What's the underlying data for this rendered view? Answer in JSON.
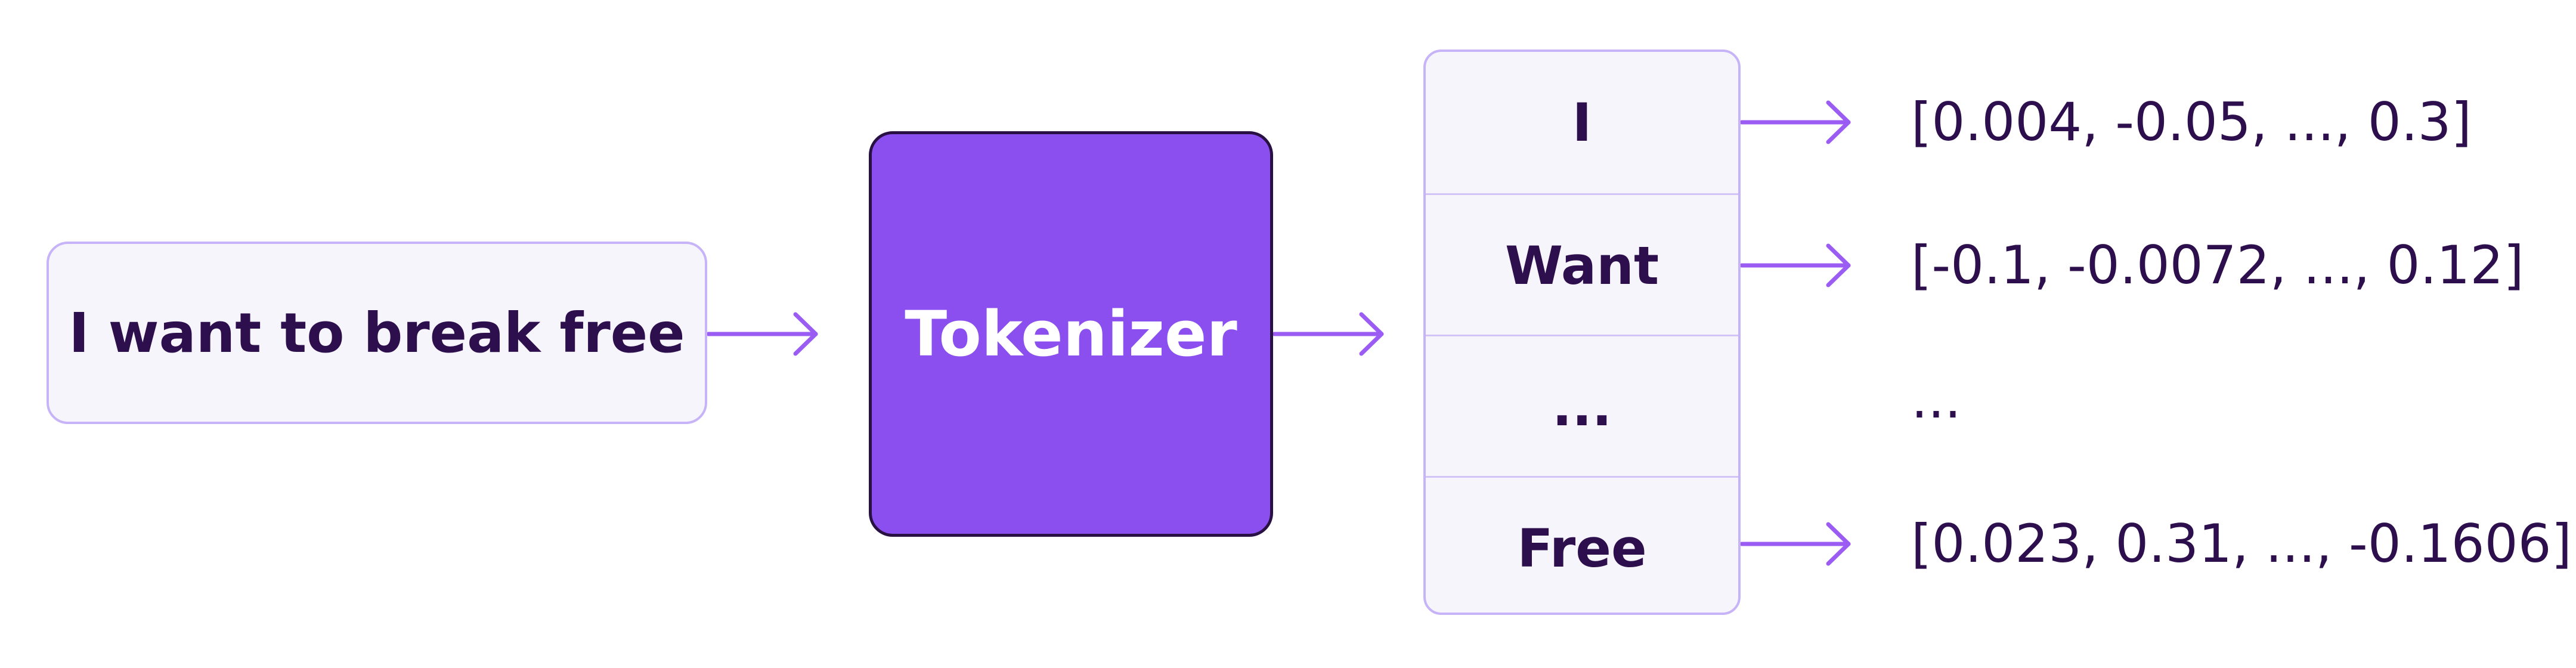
{
  "input": {
    "text": "I want to break free"
  },
  "tokenizer": {
    "label": "Tokenizer"
  },
  "tokens": [
    {
      "label": "I",
      "vector": "[0.004, -0.05, ..., 0.3]"
    },
    {
      "label": "Want",
      "vector": "[-0.1, -0.0072, ..., 0.12]"
    },
    {
      "label": "...",
      "vector": "..."
    },
    {
      "label": "Free",
      "vector": "[0.023, 0.31, ..., -0.1606]"
    }
  ],
  "colors": {
    "accent_purple": "#8b4ff0",
    "arrow_purple": "#9b5cf3",
    "box_fill": "#f6f5fc",
    "box_border": "#c7b3f7",
    "text_dark": "#2e0f4e"
  }
}
